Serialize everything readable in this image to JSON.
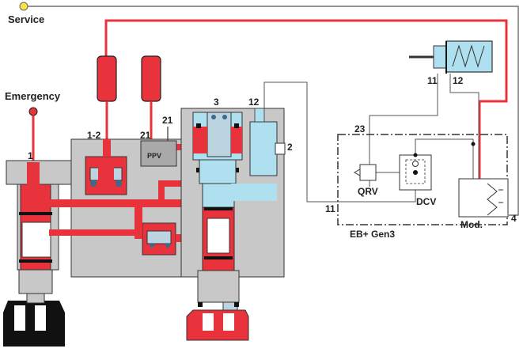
{
  "labels": {
    "service": "Service",
    "emergency": "Emergency",
    "port_1": "1",
    "port_1_2": "1-2",
    "port_21_left": "21",
    "port_21_right": "21",
    "ppv": "PPV",
    "port_3": "3",
    "port_12_top": "12",
    "port_2": "2",
    "port_11_top": "11",
    "port_12_right": "12",
    "port_23": "23",
    "qrv": "QRV",
    "dcv": "DCV",
    "port_11_bottom": "11",
    "mod": "Mod.",
    "port_4": "4",
    "module_title": "EB+ Gen3"
  },
  "colors": {
    "pressure_red": "#e8333c",
    "pilot_blue": "#aee0ef",
    "body_grey": "#c8c8c8",
    "body_dark_grey": "#a9a9a9",
    "line_dark": "#333333",
    "service_yellow": "#f5e54a"
  }
}
